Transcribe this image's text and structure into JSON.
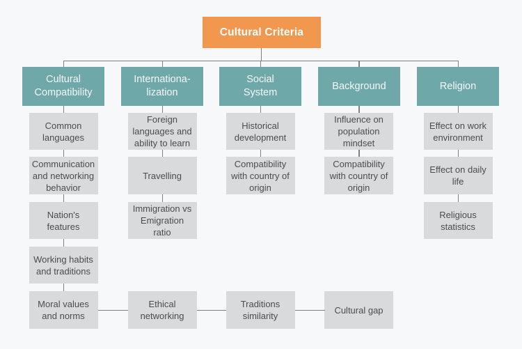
{
  "diagram": {
    "root_label": "Cultural Criteria",
    "categories": [
      {
        "label": "Cultural\nCompatibility",
        "items": [
          "Common languages",
          "Communication and networking behavior",
          "Nation's features",
          "Working habits and traditions"
        ],
        "bottom_item": "Moral values and norms"
      },
      {
        "label": "Internationa-\nlization",
        "items": [
          "Foreign languages and ability to learn",
          "Travelling",
          "Immigration vs Emigration ratio"
        ],
        "bottom_item": "Ethical networking"
      },
      {
        "label": "Social\nSystem",
        "items": [
          "Historical development",
          "Compatibility with country of origin"
        ],
        "bottom_item": "Traditions similarity"
      },
      {
        "label": "Background",
        "items": [
          "Influence on population mindset",
          "Compatibility with country of origin"
        ],
        "bottom_item": "Cultural gap"
      },
      {
        "label": "Religion",
        "items": [
          "Effect on work environment",
          "Effect on daily life",
          "Religious statistics"
        ]
      }
    ],
    "colors": {
      "root_box": "#F2984E",
      "category_box": "#6FA8A9",
      "item_box": "#D9DADB",
      "connector": "#7F7F7F",
      "background": "#F7F8F9",
      "item_text": "#4C4C4C",
      "root_text": "#FFFFFF"
    }
  }
}
